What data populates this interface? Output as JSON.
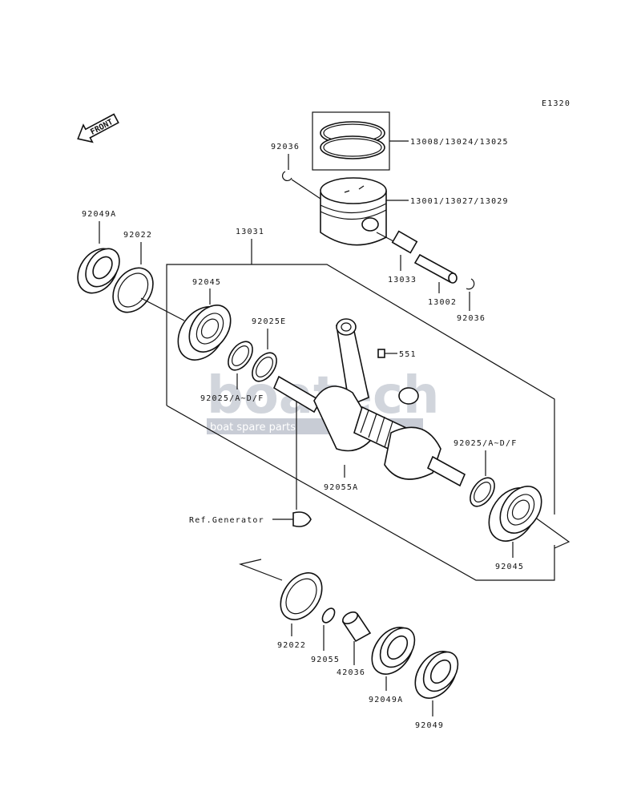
{
  "diagram_code": "E1320",
  "front_marker": "FRONT",
  "watermark": {
    "brand": "boatech",
    "tagline": "boat spare parts"
  },
  "labels": {
    "ring_set": "13008/13024/13025",
    "piston": "13001/13027/13029",
    "clip_top": "92036",
    "clip_right": "92036",
    "bearing_small_end": "13033",
    "piston_pin": "13002",
    "crank_assy": "13031",
    "seal_left": "92049A",
    "washer_left": "92022",
    "bearing_left": "92045",
    "ring_left_e": "92025E",
    "ring_left_adf": "92025/A~D/F",
    "pin_551": "551",
    "key_92055a": "92055A",
    "ring_right_adf": "92025/A~D/F",
    "bearing_right": "92045",
    "ref_generator": "Ref.Generator",
    "washer_bottom": "92022",
    "oring_bottom": "92055",
    "collar_bottom": "42036",
    "seal_bottom_a": "92049A",
    "seal_bottom": "92049"
  }
}
